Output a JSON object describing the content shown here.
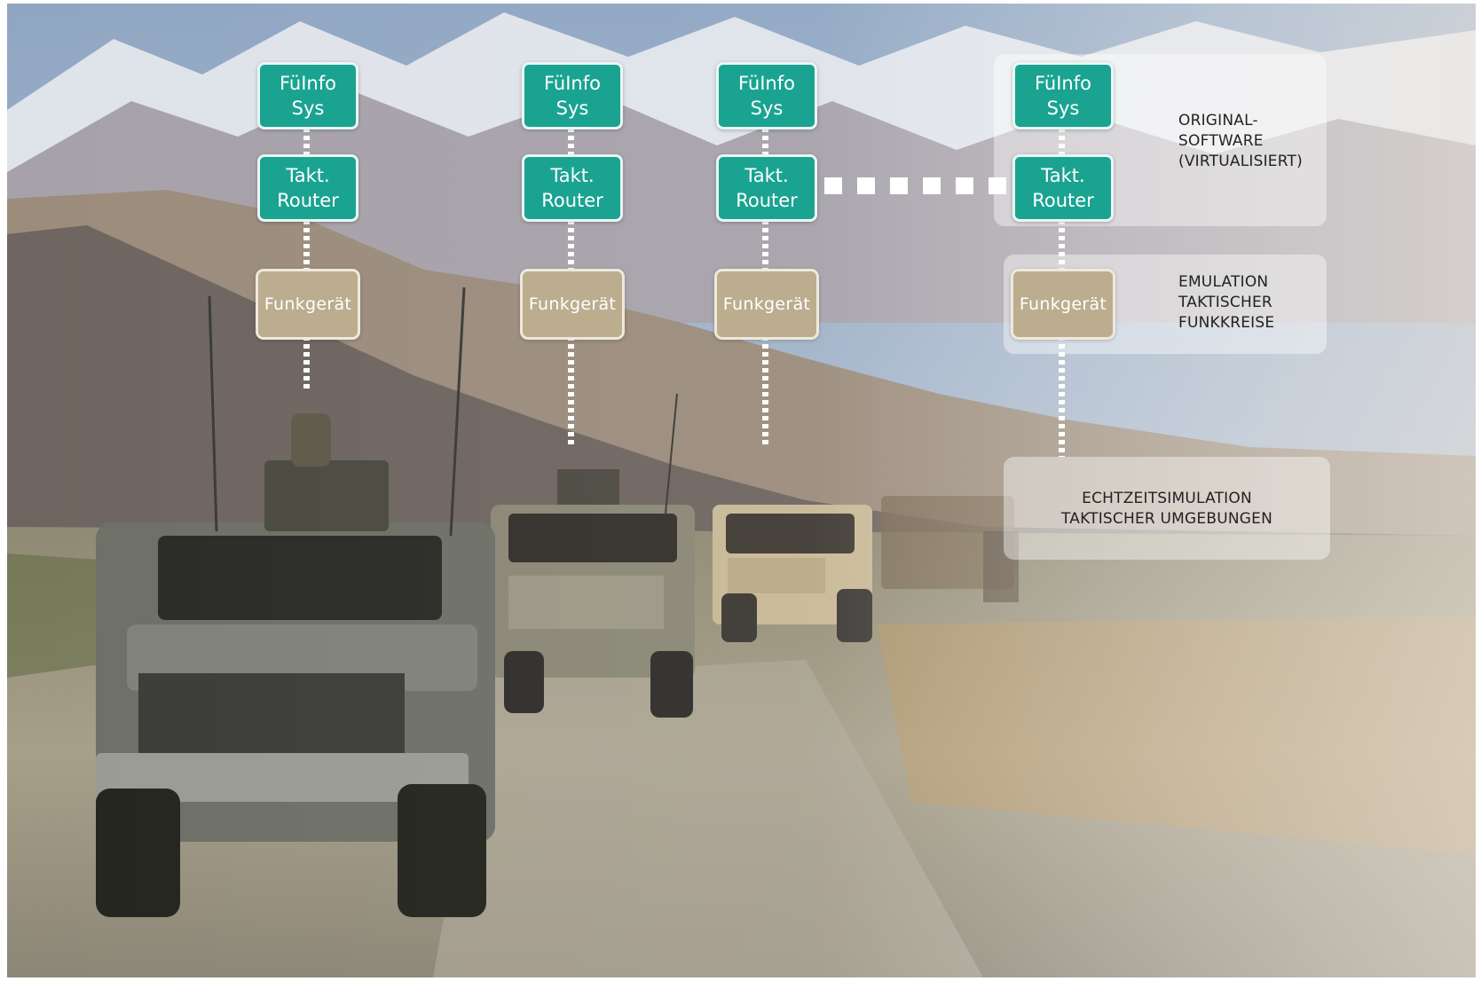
{
  "stacks": [
    {
      "software": "FüInfo\nSys",
      "router": "Takt.\nRouter",
      "radio": "Funkgerät"
    },
    {
      "software": "FüInfo\nSys",
      "router": "Takt.\nRouter",
      "radio": "Funkgerät"
    },
    {
      "software": "FüInfo\nSys",
      "router": "Takt.\nRouter",
      "radio": "Funkgerät"
    },
    {
      "software": "FüInfo\nSys",
      "router": "Takt.\nRouter",
      "radio": "Funkgerät"
    }
  ],
  "panels": {
    "original_software": "ORIGINAL-\nSOFTWARE\n(VIRTUALISIERT)",
    "emulation": "EMULATION\nTAKTISCHER\nFUNKKREISE",
    "realtime": "ECHTZEITSIMULATION\nTAKTISCHER UMGEBUNGEN"
  },
  "colors": {
    "node_teal": "#1aa391",
    "node_tan": "#bcad8f",
    "connector": "#ffffff"
  },
  "background": "photo-military-vehicle-convoy-mountains"
}
